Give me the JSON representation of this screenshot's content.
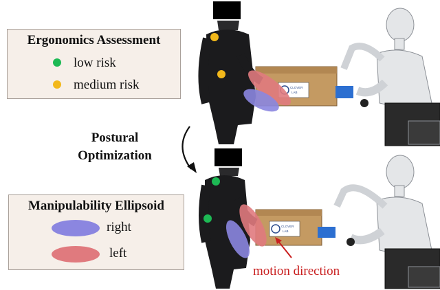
{
  "ergonomics_legend": {
    "title": "Ergonomics Assessment",
    "items": [
      {
        "label": "low risk",
        "color": "#1db954"
      },
      {
        "label": "medium risk",
        "color": "#f2b81b"
      }
    ]
  },
  "flow": {
    "line1": "Postural",
    "line2": "Optimization"
  },
  "manipulability_legend": {
    "title": "Manipulability Ellipsoid",
    "items": [
      {
        "label": "right",
        "color": "#8b86e0"
      },
      {
        "label": "left",
        "color": "#e07a7e"
      }
    ]
  },
  "annotation": {
    "label": "motion direction",
    "color": "#c91f1f"
  },
  "box_label_lines": [
    "CLOVER",
    "LAB"
  ]
}
